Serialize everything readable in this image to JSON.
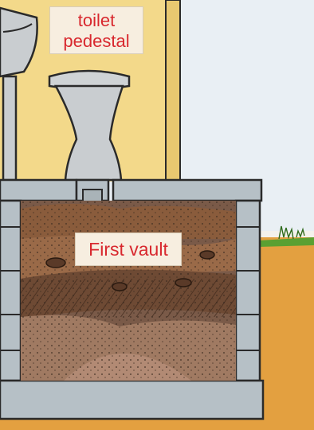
{
  "labels": {
    "pedestal": [
      "toilet",
      "pedestal"
    ],
    "vault": "First vault"
  },
  "colors": {
    "wall": "#f3d98a",
    "sky": "#e9eff4",
    "ground": "#e3a040",
    "grass": "#5aa032",
    "concrete": "#b6c0c6",
    "fixture": "#c9cdd0",
    "label_text": "#d8282e",
    "label_bg": "#f7eee0"
  }
}
